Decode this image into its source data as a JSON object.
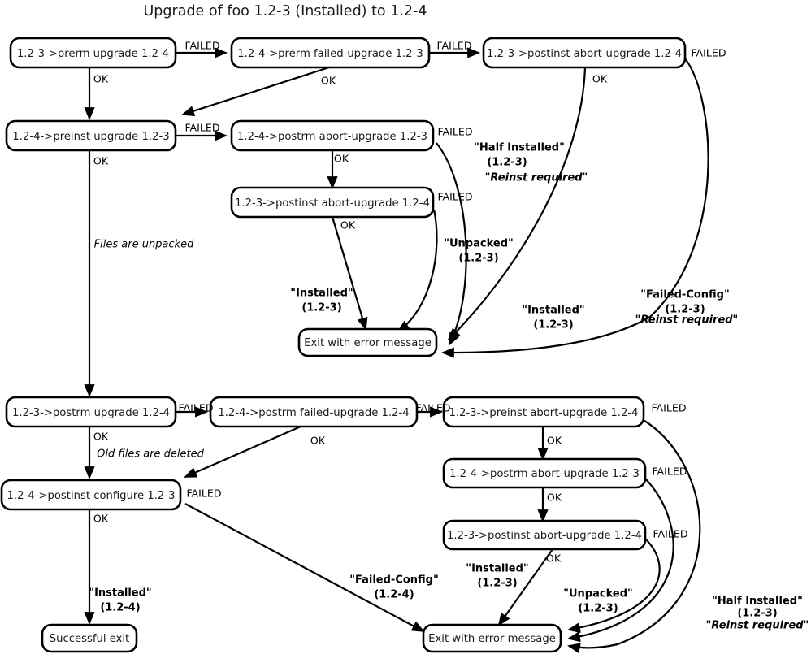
{
  "title": "Upgrade of foo 1.2-3 (Installed) to 1.2-4",
  "nodes": {
    "n1": {
      "label": "1.2-3->prerm upgrade 1.2-4"
    },
    "n2": {
      "label": "1.2-4->prerm failed-upgrade 1.2-3"
    },
    "n3": {
      "label": "1.2-3->postinst abort-upgrade 1.2-4"
    },
    "n4": {
      "label": "1.2-4->preinst upgrade 1.2-3"
    },
    "n5": {
      "label": "1.2-4->postrm abort-upgrade 1.2-3"
    },
    "n6": {
      "label": "1.2-3->postinst abort-upgrade 1.2-4"
    },
    "n7": {
      "label": "Exit with error message"
    },
    "n8": {
      "label": "1.2-3->postrm upgrade 1.2-4"
    },
    "n9": {
      "label": "1.2-4->postrm failed-upgrade 1.2-4"
    },
    "n10": {
      "label": "1.2-3->preinst abort-upgrade 1.2-4"
    },
    "n11": {
      "label": "1.2-4->postrm abort-upgrade 1.2-3"
    },
    "n12": {
      "label": "1.2-3->postinst abort-upgrade 1.2-4"
    },
    "n13": {
      "label": "1.2-4->postinst configure 1.2-3"
    },
    "n14": {
      "label": "Successful exit"
    },
    "n15": {
      "label": "Exit with error message"
    }
  },
  "edge_labels": {
    "e1": "FAILED",
    "e2": "FAILED",
    "e3": "FAILED",
    "e4": "OK",
    "e5": "OK",
    "e6": "OK",
    "e7": "FAILED",
    "e8": "FAILED",
    "e9": "OK",
    "e10": "OK",
    "e11": "FAILED",
    "e12": "OK",
    "e13": "FAILED",
    "e14": "FAILED",
    "e15": "OK",
    "e16": "OK",
    "e17": "FAILED",
    "e18": "OK",
    "e19": "FAILED",
    "e20": "OK",
    "e21": "FAILED",
    "e22": "OK",
    "e23": "FAILED",
    "e24": "OK"
  },
  "state_labels": {
    "s1": {
      "line1": "\"Half Installed\"",
      "line2": "(1.2-3)",
      "line3": "\"Reinst required\""
    },
    "s2": {
      "line1": "\"Unpacked\"",
      "line2": "(1.2-3)"
    },
    "s3": {
      "line1": "\"Installed\"",
      "line2": "(1.2-3)"
    },
    "s4": {
      "line1": "\"Installed\"",
      "line2": "(1.2-3)"
    },
    "s5": {
      "line1": "\"Failed-Config\"",
      "line2": "(1.2-3)",
      "line3": "\"Reinst required\""
    },
    "s6": {
      "line1": "\"Installed\"",
      "line2": "(1.2-4)"
    },
    "s7": {
      "line1": "\"Failed-Config\"",
      "line2": "(1.2-4)"
    },
    "s8": {
      "line1": "\"Installed\"",
      "line2": "(1.2-3)"
    },
    "s9": {
      "line1": "\"Unpacked\"",
      "line2": "(1.2-3)"
    },
    "s10": {
      "line1": "\"Half Installed\"",
      "line2": "(1.2-3)",
      "line3": "\"Reinst required\""
    }
  },
  "notes": {
    "note1": "Files are unpacked",
    "note2": "Old files are deleted"
  },
  "colors": {
    "background": "#ffffff",
    "stroke": "#000000",
    "node_text": "#1a1a1a"
  }
}
